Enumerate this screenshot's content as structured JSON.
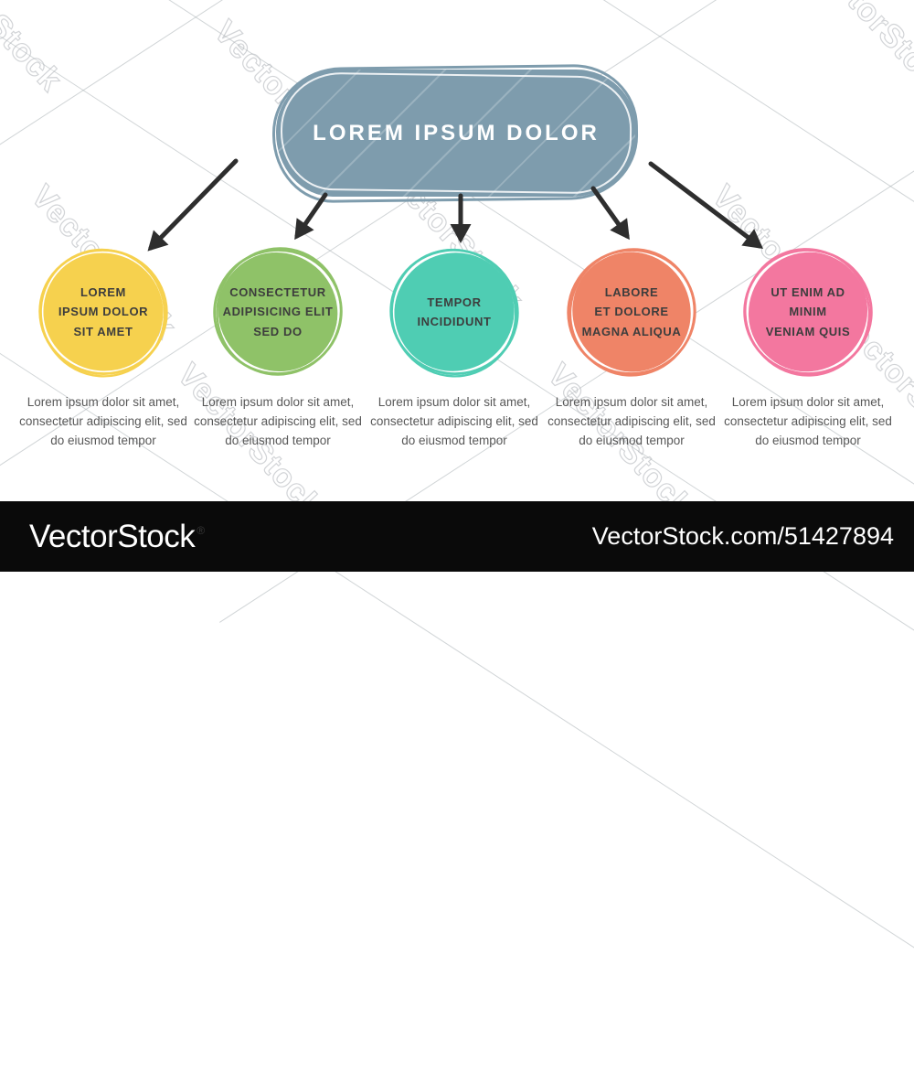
{
  "root": {
    "title": "LOREM IPSUM DOLOR",
    "color": "#7E9CAD",
    "text_color": "#ffffff"
  },
  "arrow_color": "#2e2e2e",
  "nodes": [
    {
      "title_lines": [
        "LOREM",
        "IPSUM DOLOR",
        "SIT AMET"
      ],
      "color": "#F6D14E",
      "description": "Lorem ipsum dolor sit amet, consectetur adipiscing elit, sed do eiusmod tempor"
    },
    {
      "title_lines": [
        "CONSECTETUR",
        "ADIPISICING ELIT",
        "SED DO"
      ],
      "color": "#8FC268",
      "description": "Lorem ipsum dolor sit amet, consectetur adipiscing elit, sed do eiusmod tempor"
    },
    {
      "title_lines": [
        "TEMPOR",
        "INCIDIDUNT"
      ],
      "color": "#4FCDB3",
      "description": "Lorem ipsum dolor sit amet, consectetur adipiscing elit, sed do eiusmod tempor"
    },
    {
      "title_lines": [
        "LABORE",
        "ET DOLORE",
        "MAGNA ALIQUA"
      ],
      "color": "#EF8467",
      "description": "Lorem ipsum dolor sit amet, consectetur adipiscing elit, sed do eiusmod tempor"
    },
    {
      "title_lines": [
        "UT ENIM AD",
        "MINIM",
        "VENIAM QUIS"
      ],
      "color": "#F3779F",
      "description": "Lorem ipsum dolor sit amet, consectetur adipiscing elit, sed do eiusmod tempor"
    }
  ],
  "watermark": {
    "pattern_text": "VectorStock",
    "brand": "VectorStock",
    "registered": "®",
    "url": "VectorStock.com/51427894",
    "bar_color": "#0a0a0a"
  }
}
